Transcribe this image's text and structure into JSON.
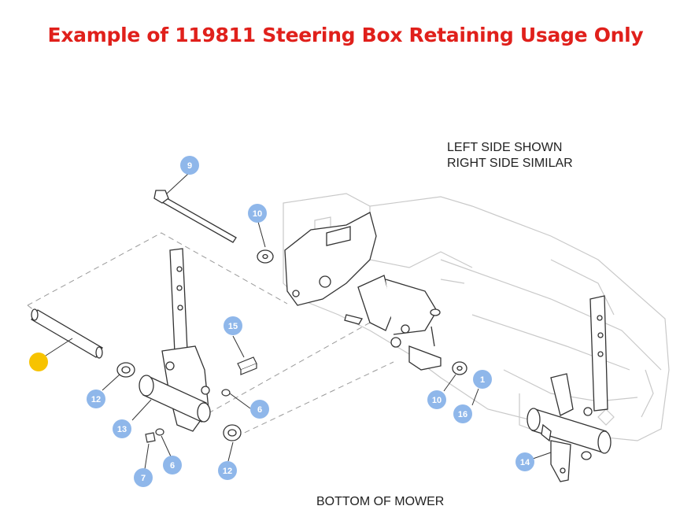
{
  "title": "Example of 119811 Steering Box Retaining Usage Only",
  "title_color": "#e0201b",
  "note_lines": [
    "LEFT SIDE SHOWN",
    "RIGHT SIDE SIMILAR"
  ],
  "bottom_label": "BOTTOM OF MOWER",
  "callout_color": "#8fb7ea",
  "highlight_color": "#f7c300",
  "callouts": [
    {
      "id": "callout-9",
      "label": "9"
    },
    {
      "id": "callout-10-top",
      "label": "10"
    },
    {
      "id": "callout-15",
      "label": "15"
    },
    {
      "id": "callout-12-left",
      "label": "12"
    },
    {
      "id": "callout-13",
      "label": "13"
    },
    {
      "id": "callout-6-right",
      "label": "6"
    },
    {
      "id": "callout-7",
      "label": "7"
    },
    {
      "id": "callout-6-bottom",
      "label": "6"
    },
    {
      "id": "callout-12-bottom",
      "label": "12"
    },
    {
      "id": "callout-10-right",
      "label": "10"
    },
    {
      "id": "callout-1",
      "label": "1"
    },
    {
      "id": "callout-16",
      "label": "16"
    },
    {
      "id": "callout-14",
      "label": "14"
    }
  ]
}
